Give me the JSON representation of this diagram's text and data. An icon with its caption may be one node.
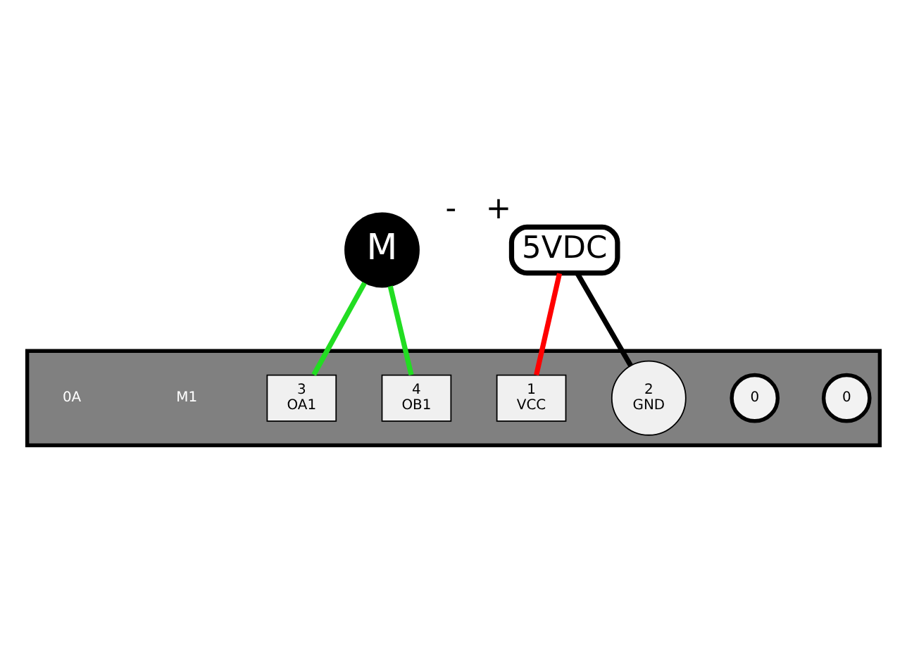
{
  "diagram": {
    "nodes": [
      {
        "text": [],
        "shape": "box"
      },
      {
        "text": [
          "0"
        ],
        "in": 0
      },
      {
        "text": [
          "0"
        ],
        "in": 0
      },
      {
        "text": [
          "4",
          "OB1"
        ],
        "in": 0
      },
      {
        "text": [
          "3",
          "OA1"
        ],
        "in": 0
      },
      {
        "text": [
          "2",
          "GND"
        ],
        "in": 0
      },
      {
        "text": [
          "1",
          "VCC"
        ],
        "in": 0
      },
      {
        "text": [
          "M"
        ]
      },
      {
        "text": [
          "5VDC"
        ],
        "beside": [
          "-",
          "+"
        ]
      }
    ],
    "edges": [
      {
        "from": 7,
        "to": 3,
        "arrow": "none"
      },
      {
        "from": 7,
        "to": 4,
        "arrow": "none"
      },
      {
        "from": 8,
        "to": 5,
        "arrow": "none",
        "color": "#000000"
      },
      {
        "from": 8,
        "to": 6,
        "arrow": "none",
        "color": "#ff0000"
      }
    ],
    "labels": [
      "M1",
      "0A"
    ]
  }
}
